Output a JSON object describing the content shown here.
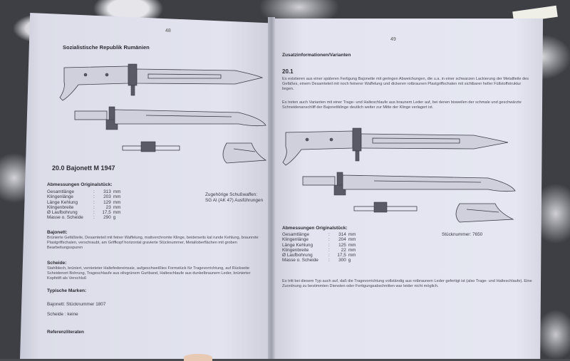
{
  "left_page": {
    "page_number": "48",
    "country_heading": "Sozialistische Republik Rumänien",
    "section_title": "20.0  Bajonett M 1947",
    "measurements_heading": "Abmessungen Originalstück:",
    "measurements": [
      {
        "label": "Gesamtlänge",
        "value": "313",
        "unit": "mm"
      },
      {
        "label": "Klingenlänge",
        "value": "203",
        "unit": "mm"
      },
      {
        "label": "Länge Kehlung",
        "value": "129",
        "unit": "mm"
      },
      {
        "label": "Klingenbreite",
        "value": "23",
        "unit": "mm"
      },
      {
        "label": "Ø Laufbohrung",
        "value": "17,5",
        "unit": "mm"
      },
      {
        "label": "Masse o. Scheide",
        "value": "290",
        "unit": "g"
      }
    ],
    "weapon_note_line1": "Zugehörige Schußwaffen:",
    "weapon_note_line2": "SG Al (AK 47) Ausführungen",
    "bajonett_heading": "Bajonett:",
    "bajonett_text": "Brünierte Gefäßteile, Desamteteil mit feiner Waffelung, mattverchromte Klinge, beiderseits kal runde Kehlung, braunrote Plastgriffschalen, verschraubt, am Griffkopf horizontal gravierte Stücknummer, Metalloberflächen mit groben Bearbeitungsspuren",
    "scheide_heading": "Scheide:",
    "scheide_text": "Stahlblech, brüniert, vernieteter Haltefedereinsatz, aufgeschweißtes Formstück für Tragevorrichtung, auf Rückseite Scheidenort Bohrung, Trageschlaufe aus olivgrünem Gurtband, Halteschlaufe aus dunkelbraunem Leder, brünierter Kopfstift als Verschluß",
    "markings_heading": "Typische Marken:",
    "marking_bajonett": "Bajonett:  Stücknummer 1807",
    "marking_scheide": "Scheide :  keine",
    "references_heading": "Referenzliteraten"
  },
  "right_page": {
    "page_number": "49",
    "section_heading": "Zusatzinformationen/Varianten",
    "subsection": "20.1",
    "para1": "Es existieren aus einer späteren Fertigung Bajonette mit geringen Abweichungen, die u.a. in einer schwarzen Lackierung der Metallteile des Gefäßes, einem Desamteteil mit noch feinerer Waffelung und dickeren rotbraunen Plastgriffschalen mit sichtbarer heller Füllstoffstruktur liegen.",
    "para2": "Es treten auch Varianten mit einer Trage- und Halteschlaufe aus braunem Leder auf, bei denen bisweilen der schmale und geschwärzte Schneidenanschliff der Bajonettklinge deutlich weiter zur Mitte der Klinge verlagert ist.",
    "measurements_heading": "Abmessungen Originalstück:",
    "measurements": [
      {
        "label": "Gesamtlänge",
        "value": "314",
        "unit": "mm"
      },
      {
        "label": "Klingenlänge",
        "value": "204",
        "unit": "mm"
      },
      {
        "label": "Länge Kehlung",
        "value": "125",
        "unit": "mm"
      },
      {
        "label": "Klingenbreite",
        "value": "22",
        "unit": "mm"
      },
      {
        "label": "Ø Laufbohrung",
        "value": "17,5",
        "unit": "mm"
      },
      {
        "label": "Masse o. Scheide",
        "value": "300",
        "unit": "g"
      }
    ],
    "serial_note": "Stücknummer: 7650",
    "para3": "Es tritt bei diesem Typ auch auf, daß die Tragevorrichtung vollständig aus rotbraunem Leder gefertigt ist (also Trage- und Halteschlaufe). Eine Zuordnung zu bestimmten Diensten oder Fertigungsabschnitten war leider nicht möglich."
  }
}
